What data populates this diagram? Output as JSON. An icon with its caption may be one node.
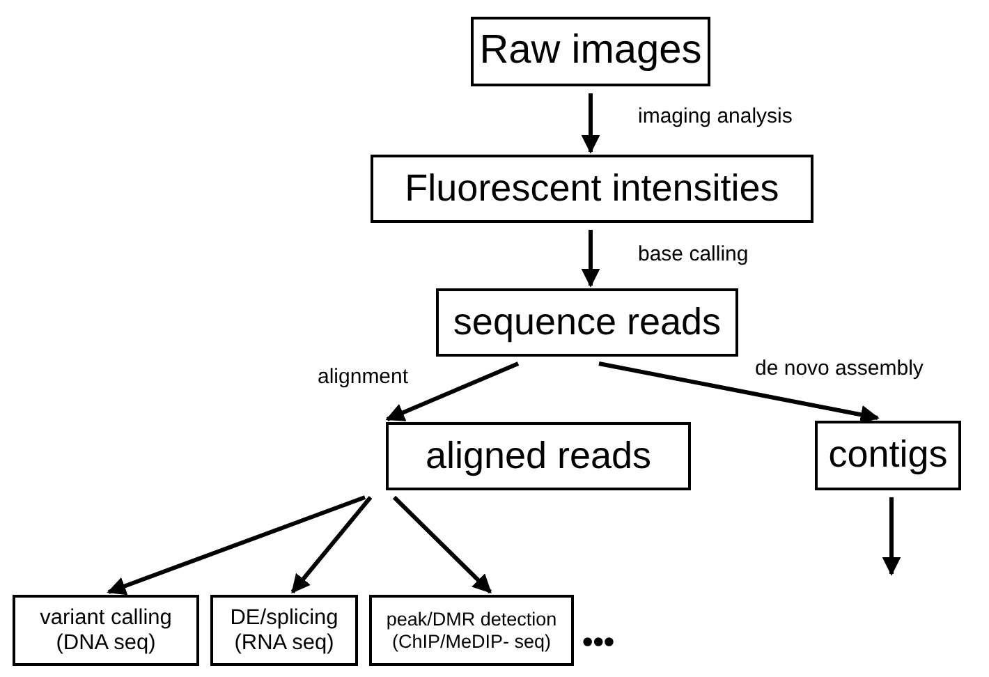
{
  "diagram": {
    "nodes": [
      {
        "text": [
          "Raw images"
        ]
      },
      {
        "text": [
          "Fluorescent intensities"
        ]
      },
      {
        "text": [
          "sequence reads"
        ]
      },
      {
        "text": [
          "aligned reads"
        ]
      },
      {
        "text": [
          "contigs"
        ]
      },
      {
        "text": [
          "variant calling (DNA seq)"
        ]
      },
      {
        "text": [
          "DE/splicing (RNA seq)"
        ]
      },
      {
        "text": [
          "peak/DMR detection (ChIP/MeDIP- seq)"
        ]
      }
    ],
    "edges": [
      {
        "from": 0,
        "to": 1,
        "arrow": "to",
        "label": "imaging analysis"
      },
      {
        "from": 1,
        "to": 2,
        "arrow": "to",
        "label": "base calling"
      },
      {
        "from": 2,
        "to": 3,
        "arrow": "to",
        "label": "alignment"
      },
      {
        "from": 2,
        "to": 4,
        "arrow": "to",
        "label": "de novo assembly"
      },
      {
        "from": 3,
        "to": 5,
        "arrow": "to"
      },
      {
        "from": 3,
        "to": 6,
        "arrow": "to"
      },
      {
        "from": 3,
        "to": 7,
        "arrow": "to"
      },
      {
        "from": 4,
        "to": null,
        "arrow": "to"
      }
    ],
    "labels": [
      "•••"
    ]
  }
}
